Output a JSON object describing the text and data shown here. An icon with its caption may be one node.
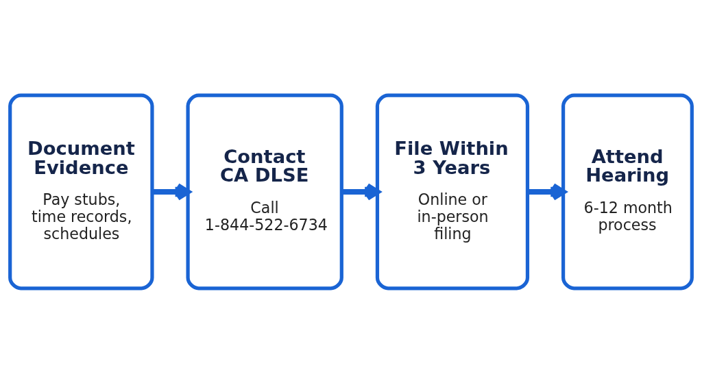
{
  "diagram": {
    "nodes": [
      {
        "text": [
          "Document Evidence",
          "Pay stubs, time records, schedules"
        ]
      },
      {
        "text": [
          "Contact CA DLSE",
          "Call 1-844-522-6734"
        ]
      },
      {
        "text": [
          "File Within 3 Years",
          "Online or in-person filing"
        ]
      },
      {
        "text": [
          "Attend Hearing",
          "6-12 month process"
        ]
      }
    ],
    "edges": [
      {
        "from": 0,
        "to": 1,
        "arrow": "to"
      },
      {
        "from": 1,
        "to": 2,
        "arrow": "to"
      },
      {
        "from": 2,
        "to": 3,
        "arrow": "to"
      }
    ]
  }
}
